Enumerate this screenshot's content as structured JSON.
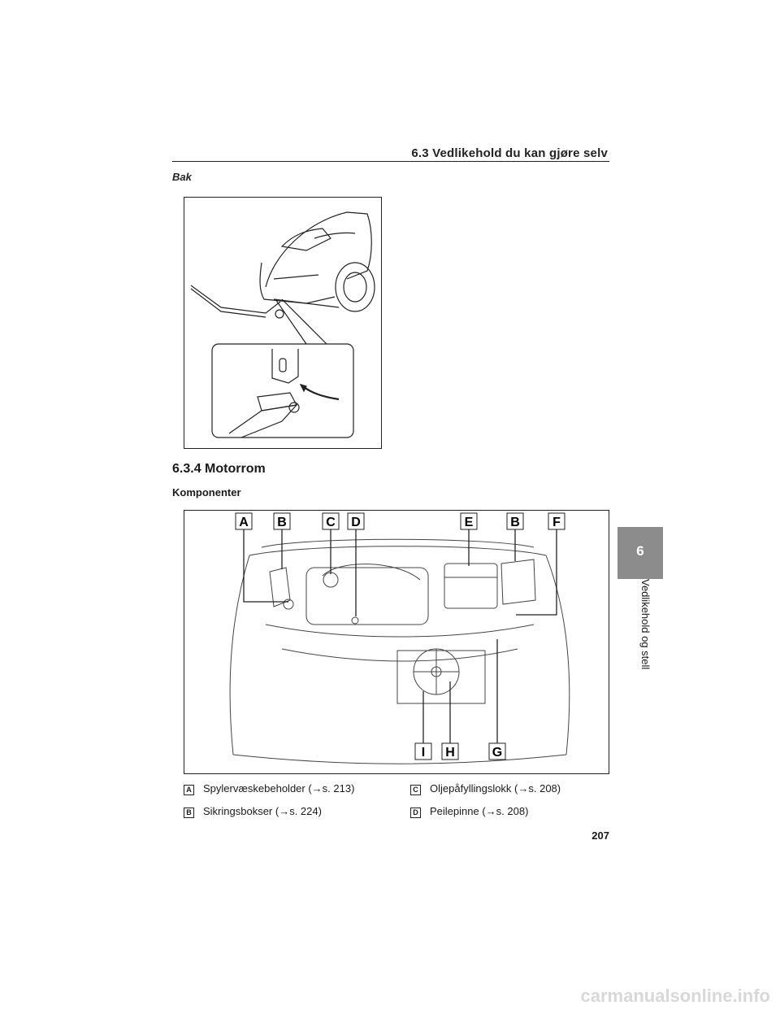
{
  "header": {
    "title": "6.3 Vedlikehold du kan gjøre selv"
  },
  "subtitle": "Bak",
  "section": {
    "heading": "6.3.4 Motorrom",
    "subheading": "Komponenter"
  },
  "callouts": [
    "A",
    "B",
    "C",
    "D",
    "E",
    "B",
    "F",
    "I",
    "H",
    "G"
  ],
  "legend": [
    {
      "letter": "A",
      "text": "Spylervæskebeholder (→s. 213)"
    },
    {
      "letter": "B",
      "text": "Sikringsbokser (→s. 224)"
    },
    {
      "letter": "C",
      "text": "Oljepåfyllingslokk (→s. 208)"
    },
    {
      "letter": "D",
      "text": "Peilepinne (→s. 208)"
    }
  ],
  "page_number": "207",
  "side_tab": {
    "number": "6",
    "label": "Vedlikehold og stell"
  },
  "watermark": "carmanualsonline.info"
}
